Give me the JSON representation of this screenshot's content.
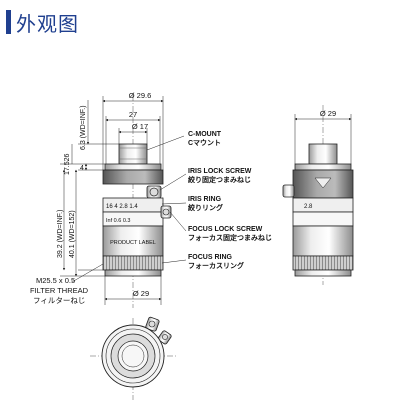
{
  "header": {
    "title": "外观图"
  },
  "front_view": {
    "dims": {
      "dia_outer": "Ø 29.6",
      "dim_27": "27",
      "dia_mount": "Ø 17",
      "dim_6_3": "6.3 (WD=INF.)",
      "dim_17_526": "17.526",
      "dim_4": "4",
      "dim_39_2": "39.2 (WD=INF.)",
      "dim_40_1": "40.1 (WD=152)",
      "dia_29": "Ø 29"
    },
    "ring_markings": {
      "iris_scale": "16 4  2.8  1.4",
      "focus_scale": "Inf   0.6  0.3"
    },
    "product_label": "PRODUCT LABEL",
    "filter_thread": {
      "size": "M25.5 x 0.5",
      "en": "FILTER THREAD",
      "jp": "フィルターねじ"
    }
  },
  "callouts": [
    {
      "en": "C-MOUNT",
      "jp": "Cマウント"
    },
    {
      "en": "IRIS LOCK SCREW",
      "jp": "絞り固定つまみねじ"
    },
    {
      "en": "IRIS RING",
      "jp": "絞りリング"
    },
    {
      "en": "FOCUS LOCK SCREW",
      "jp": "フォーカス固定つまみねじ"
    },
    {
      "en": "FOCUS RING",
      "jp": "フォーカスリング"
    }
  ],
  "side_view": {
    "dia": "Ø 29",
    "marking": "2.8"
  },
  "colors": {
    "title": "#1f3f8f",
    "line": "#222222",
    "body_light": "#f2f2f2",
    "ring_dark": "#7a7a7a"
  }
}
